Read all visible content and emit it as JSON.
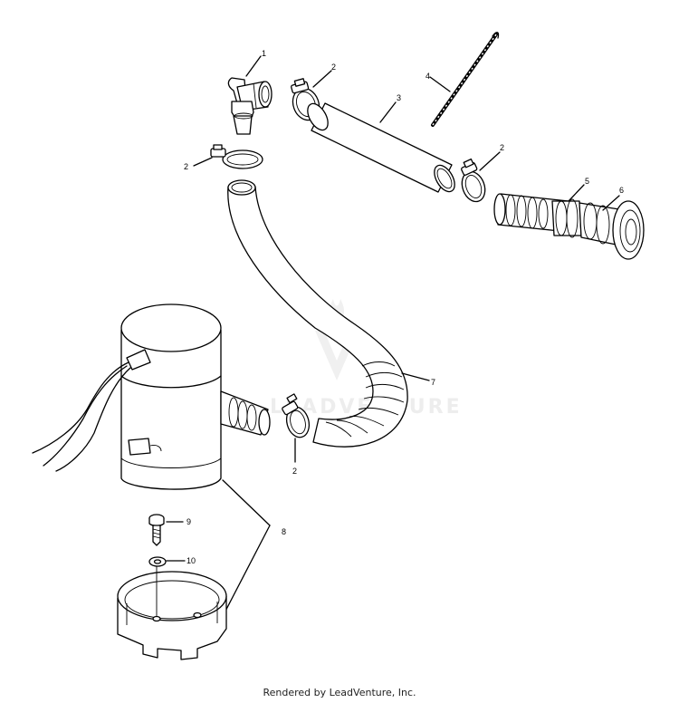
{
  "callouts": {
    "c1": "1",
    "c2a": "2",
    "c2b": "2",
    "c2c": "2",
    "c2d": "2",
    "c3": "3",
    "c4": "4",
    "c5": "5",
    "c6": "6",
    "c7": "7",
    "c8": "8",
    "c9": "9",
    "c10": "10"
  },
  "watermark": "LEADVENTURE",
  "footer": "Rendered by LeadVenture, Inc."
}
